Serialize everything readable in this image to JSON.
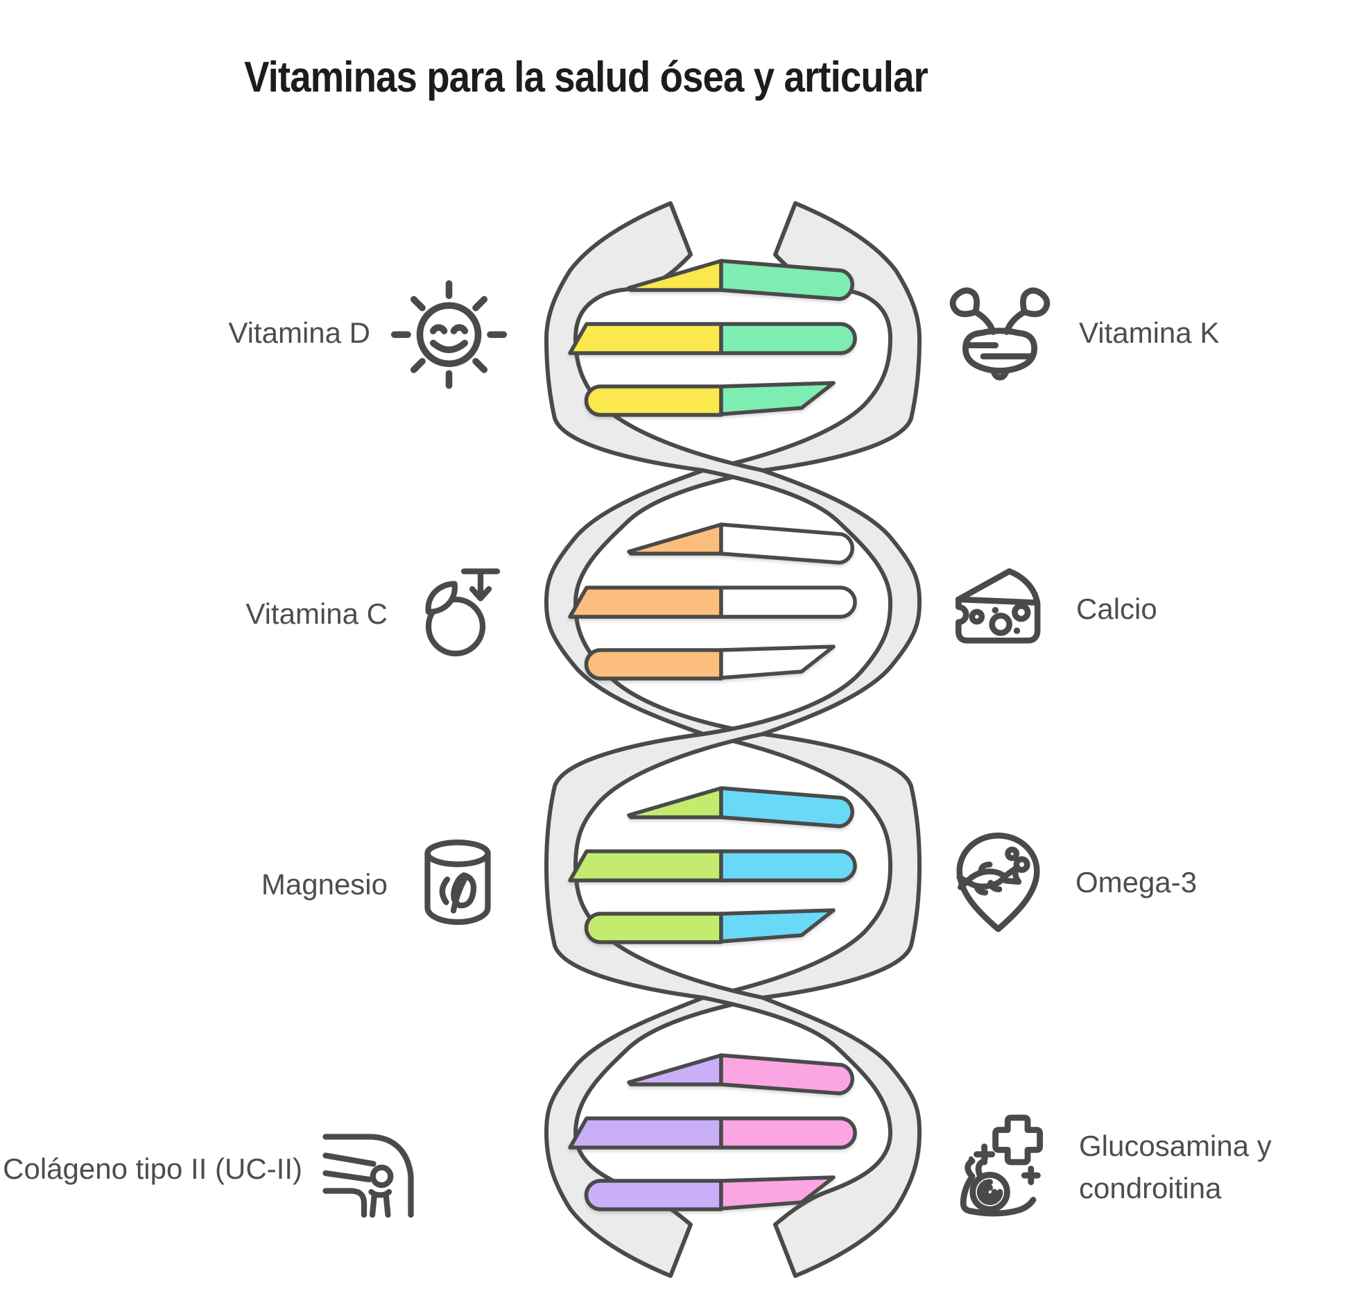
{
  "title": "Vitaminas para la salud ósea y articular",
  "left_items": [
    {
      "label": "Vitamina D",
      "icon": "sun-smiley-icon"
    },
    {
      "label": "Vitamina C",
      "icon": "citrus-fruit-icon"
    },
    {
      "label": "Magnesio",
      "icon": "supplement-can-icon"
    },
    {
      "label": "Colágeno tipo II (UC-II)",
      "icon": "knee-joint-icon"
    }
  ],
  "right_items": [
    {
      "label": "Vitamina K",
      "icon": "turnip-icon"
    },
    {
      "label": "Calcio",
      "icon": "cheese-icon"
    },
    {
      "label": "Omega-3",
      "icon": "fish-pin-icon"
    },
    {
      "label": "Glucosamina y condroitina",
      "icon": "snail-health-icon"
    }
  ],
  "helix": {
    "strand_color": "#ebebec",
    "outline_color": "#4a4a4a",
    "sections": [
      {
        "left_label": "Vitamina D",
        "right_label": "Vitamina K",
        "left_color": "#fae84d",
        "right_color": "#7dedb2"
      },
      {
        "left_label": "Vitamina C",
        "right_label": "Calcio",
        "left_color": "#fbbe7d",
        "right_color": "#ffffff"
      },
      {
        "left_label": "Magnesio",
        "right_label": "Omega-3",
        "left_color": "#c3ec6e",
        "right_color": "#69d9f8"
      },
      {
        "left_label": "Colágeno tipo II (UC-II)",
        "right_label": "Glucosamina y condroitina",
        "left_color": "#c9aff8",
        "right_color": "#fca5e3"
      }
    ]
  }
}
